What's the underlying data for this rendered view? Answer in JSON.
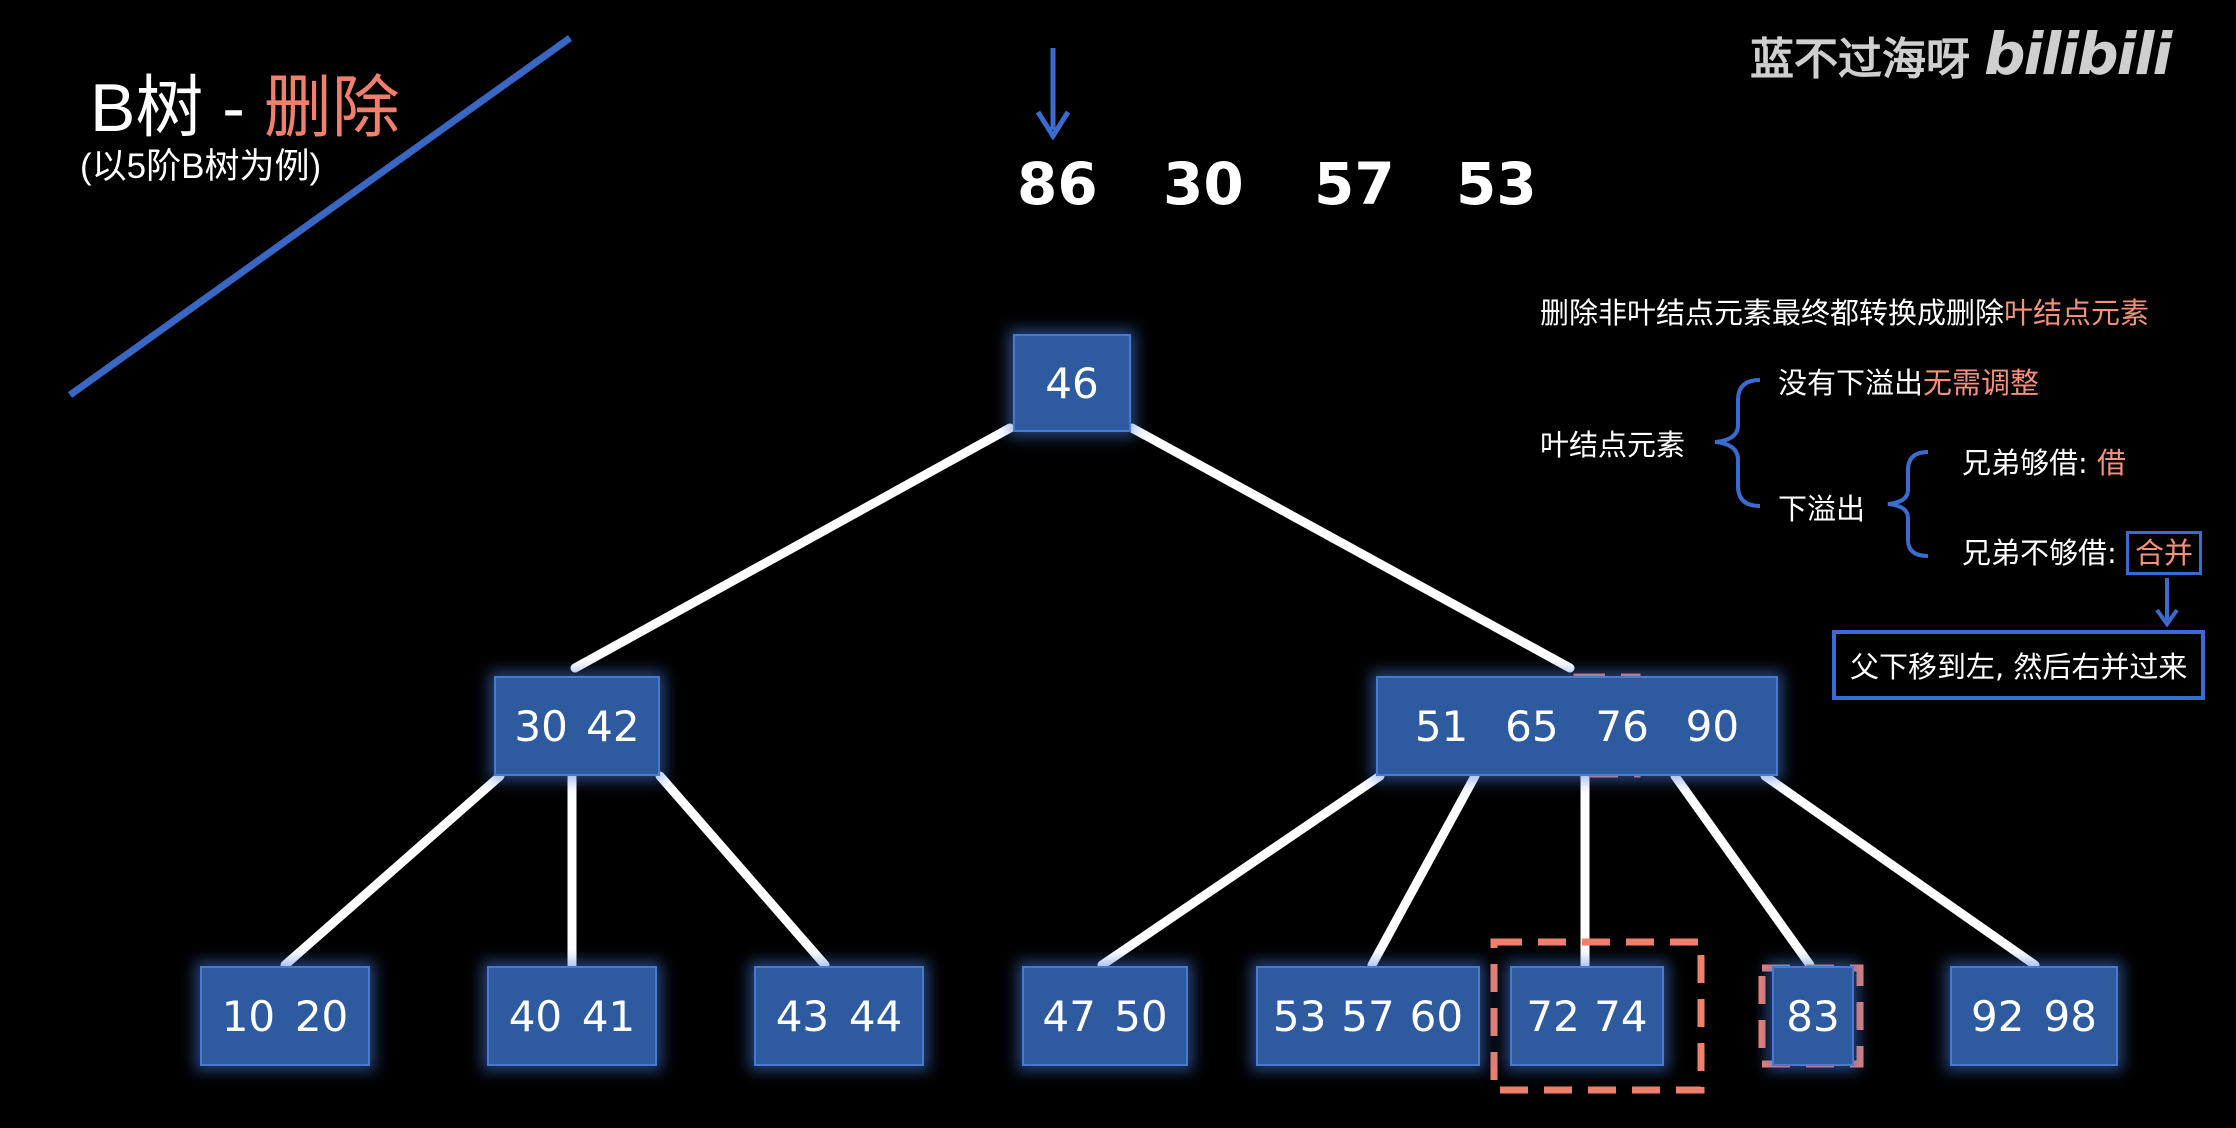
{
  "header": {
    "title_prefix": "B树 - ",
    "title_highlight": "删除",
    "subtitle": "(以5阶B树为例)",
    "watermark_name": "蓝不过海呀",
    "watermark_logo": "bilibili"
  },
  "sequence": [
    "86",
    "30",
    "57",
    "53"
  ],
  "tree": {
    "root": {
      "keys": [
        "46"
      ]
    },
    "level1": [
      {
        "keys": [
          "30",
          "42"
        ]
      },
      {
        "keys": [
          "51",
          "65",
          "76",
          "90"
        ]
      }
    ],
    "leaves": [
      {
        "keys": [
          "10",
          "20"
        ]
      },
      {
        "keys": [
          "40",
          "41"
        ]
      },
      {
        "keys": [
          "43",
          "44"
        ]
      },
      {
        "keys": [
          "47",
          "50"
        ]
      },
      {
        "keys": [
          "53",
          "57",
          "60"
        ]
      },
      {
        "keys": [
          "72",
          "74"
        ]
      },
      {
        "keys": [
          "83"
        ]
      },
      {
        "keys": [
          "92",
          "98"
        ]
      }
    ],
    "highlighted": [
      "76",
      "72 74",
      "83"
    ]
  },
  "notes": {
    "headline_prefix": "删除非叶结点元素最终都转换成删除",
    "headline_highlight": "叶结点元素",
    "leaf_label": "叶结点元素",
    "no_underflow": "没有下溢出",
    "no_underflow_result": "无需调整",
    "underflow": "下溢出",
    "sibling_can_lend": "兄弟够借: ",
    "sibling_can_lend_result": "借",
    "sibling_cannot_lend": "兄弟不够借: ",
    "sibling_cannot_lend_result": "合并",
    "merge_detail": "父下移到左, 然后右并过来"
  },
  "colors": {
    "node_fill": "#2e5aa0",
    "highlight_red": "#f07f6c",
    "accent_blue": "#3a6cd0",
    "edge": "#ffffff"
  }
}
